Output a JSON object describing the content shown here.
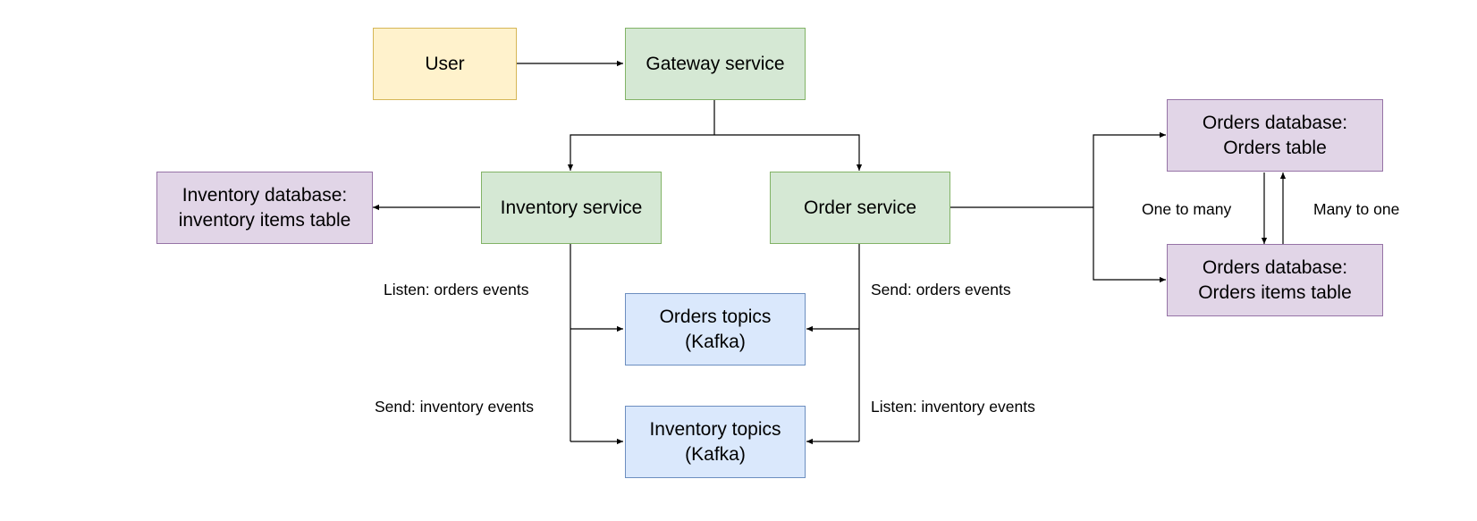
{
  "colors": {
    "user": {
      "fill": "#fff2cc",
      "stroke": "#d6b656"
    },
    "service": {
      "fill": "#d5e8d4",
      "stroke": "#82b366"
    },
    "database": {
      "fill": "#e1d5e7",
      "stroke": "#9673a6"
    },
    "topic": {
      "fill": "#dae8fc",
      "stroke": "#6c8ebf"
    },
    "edge": "#000000"
  },
  "nodes": {
    "user": "User",
    "gateway_service": "Gateway service",
    "inventory_service": "Inventory service",
    "order_service": "Order service",
    "inventory_database": "Inventory database:\ninventory items table",
    "orders_database_orders": "Orders database:\nOrders table",
    "orders_database_items": "Orders database:\nOrders items table",
    "orders_topics": "Orders topics\n(Kafka)",
    "inventory_topics": "Inventory topics\n(Kafka)"
  },
  "edge_labels": {
    "listen_orders": "Listen: orders events",
    "send_inventory": "Send: inventory events",
    "send_orders": "Send: orders events",
    "listen_inventory": "Listen: inventory events",
    "one_to_many": "One to many",
    "many_to_one": "Many to one"
  }
}
